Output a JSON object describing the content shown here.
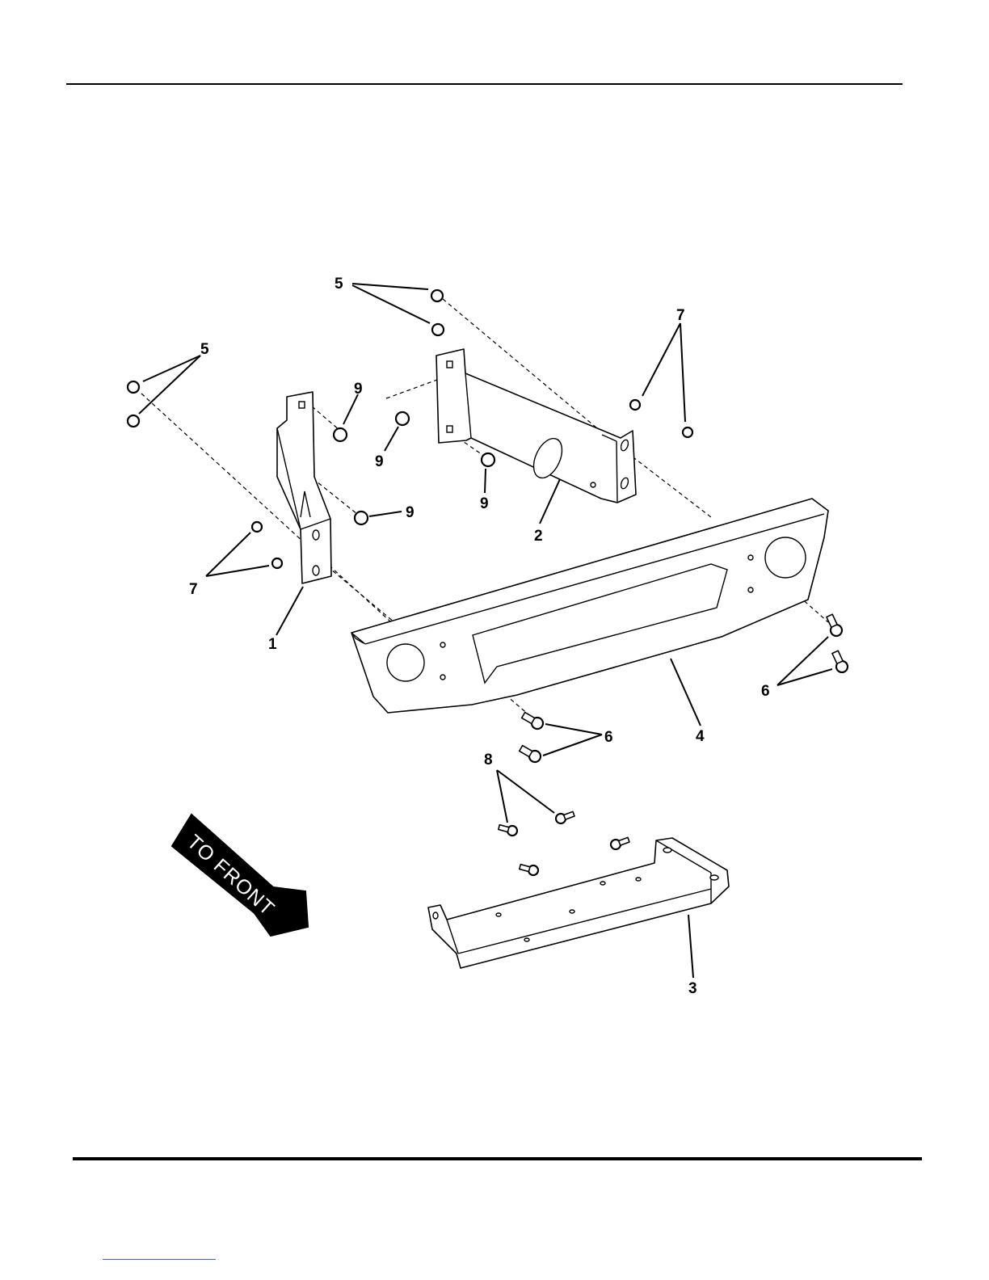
{
  "diagram": {
    "callouts": {
      "nuts_top": "5",
      "nuts_left": "5",
      "nuts_right": "7",
      "nuts_bottom_left": "7",
      "nut_a": "9",
      "nut_b": "9",
      "nut_c": "9",
      "nut_d": "9",
      "bracket_left": "1",
      "bracket_right": "2",
      "plate": "4",
      "bolts_right": "6",
      "bolts_center": "6",
      "bolts_lower": "8",
      "tray": "3"
    },
    "direction_arrow": "TO FRONT"
  }
}
